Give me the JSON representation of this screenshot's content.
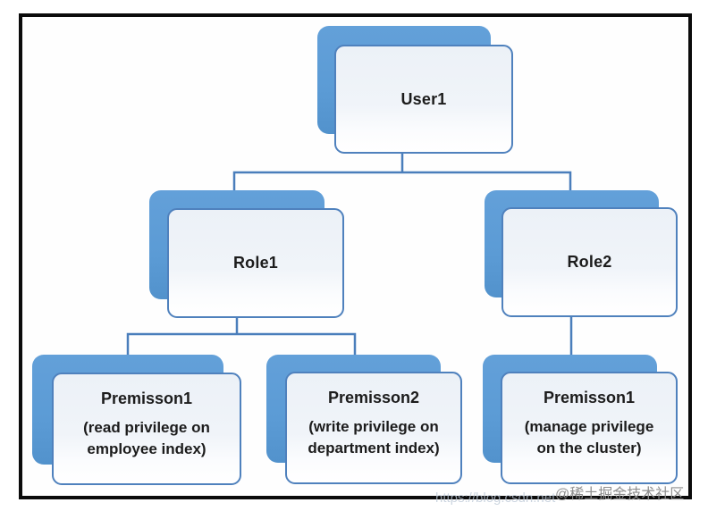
{
  "diagram": {
    "title_hint": "role-based access hierarchy",
    "nodes": {
      "user1": {
        "label": "User1"
      },
      "role1": {
        "label": "Role1"
      },
      "role2": {
        "label": "Role2"
      },
      "perm1": {
        "title": "Premisson1",
        "desc": "(read privilege on\nemployee index)"
      },
      "perm2": {
        "title": "Premisson2",
        "desc": "(write privilege on\ndepartment index)"
      },
      "perm3": {
        "title": "Premisson1",
        "desc": "(manage privilege\non the cluster)"
      }
    },
    "edges": [
      "user1-role1",
      "user1-role2",
      "role1-perm1",
      "role1-perm2",
      "role2-perm3"
    ],
    "watermark": {
      "community": "@稀土掘金技术社区",
      "url": "https://blog.csdn.net"
    },
    "colors": {
      "node_fill": "#5b9bd5",
      "node_border": "#4f81bd",
      "connector": "#4a7ebb",
      "frame": "#0b0b0b",
      "text": "#1c1c1c"
    }
  }
}
